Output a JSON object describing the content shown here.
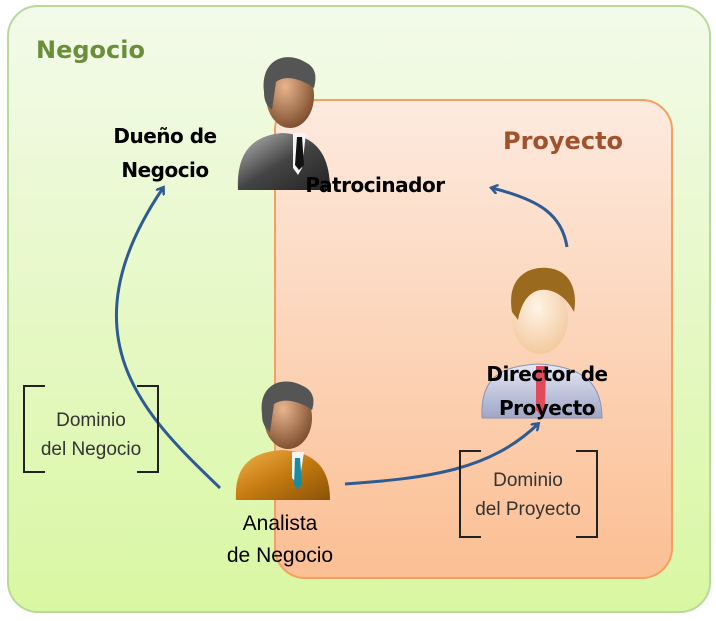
{
  "regions": {
    "business": {
      "title": "Negocio",
      "color": "#6b8e3a"
    },
    "project": {
      "title": "Proyecto",
      "color": "#a0522d"
    }
  },
  "roles": {
    "business_owner": "Dueño de Negocio",
    "business_owner_lines": [
      "Dueño de",
      "Negocio"
    ],
    "sponsor": "Patrocinador",
    "project_manager_lines": [
      "Director de",
      "Proyecto"
    ],
    "business_analyst_lines": [
      "Analista",
      "de Negocio"
    ]
  },
  "domains": {
    "business_lines": [
      "Dominio",
      "del Negocio"
    ],
    "project_lines": [
      "Dominio",
      "del Proyecto"
    ]
  },
  "arrow_color": "#2f5b93"
}
